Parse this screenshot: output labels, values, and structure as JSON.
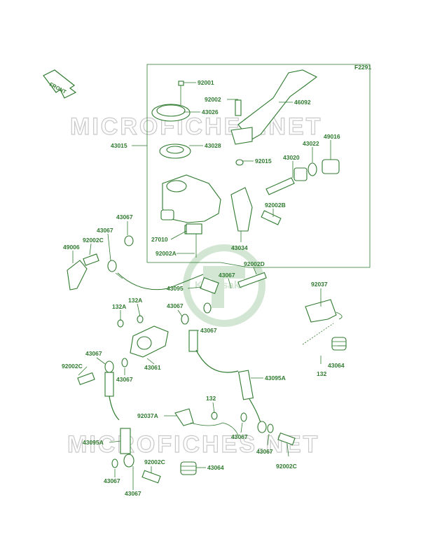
{
  "diagram": {
    "figure_code": "F2291",
    "front_arrow_label": "FRONT",
    "watermark_text": "MICROFICHES.NET",
    "logo_text": "Kawasaki",
    "accent_color": "#2f7a2f",
    "labels": {
      "p92001": "92001",
      "p92002": "92002",
      "p46092": "46092",
      "p43026": "43026",
      "p43015": "43015",
      "p43028": "43028",
      "p49016": "49016",
      "p43022": "43022",
      "p43020": "43020",
      "p92015": "92015",
      "p92002B": "92002B",
      "p43067_a": "43067",
      "p43067_b": "43067",
      "p92002C_a": "92002C",
      "p49006": "49006",
      "p27010": "27010",
      "p92002A": "92002A",
      "p43034": "43034",
      "p92002D": "92002D",
      "p43067_c": "43067",
      "p43095": "43095",
      "p92037": "92037",
      "p132A": "132A",
      "p132A_b": "132A",
      "p43067_d": "43067",
      "p43067_e": "43067",
      "p43061": "43061",
      "p43067_f": "43067",
      "p92002C_b": "92002C",
      "p43067_g": "43067",
      "p43064_a": "43064",
      "p132_a": "132",
      "p43095A_a": "43095A",
      "p132_b": "132",
      "p92037A": "92037A",
      "p43095A_b": "43095A",
      "p43067_h": "43067",
      "p43067_i": "43067",
      "p92002C_c": "92002C",
      "p92002C_d": "92002C",
      "p43067_j": "43067",
      "p43064_b": "43064",
      "p43067_k": "43067"
    }
  }
}
